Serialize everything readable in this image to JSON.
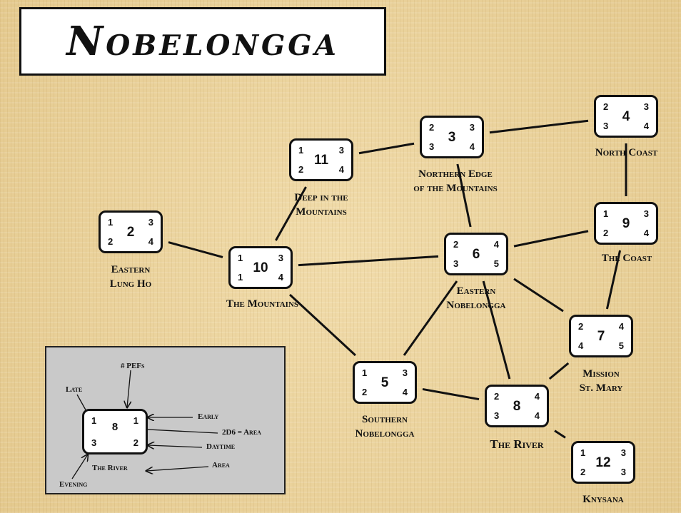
{
  "title": "Nobelongga",
  "areas": [
    {
      "id": "area-2",
      "number": "2",
      "late": "1",
      "early": "3",
      "evening": "2",
      "daytime": "4",
      "name_lines": [
        "Eastern",
        "Lung Ho"
      ]
    },
    {
      "id": "area-11",
      "number": "11",
      "late": "1",
      "early": "3",
      "evening": "2",
      "daytime": "4",
      "name_lines": [
        "Deep in the",
        "Mountains"
      ]
    },
    {
      "id": "area-3",
      "number": "3",
      "late": "2",
      "early": "3",
      "evening": "3",
      "daytime": "4",
      "name_lines": [
        "Northern Edge",
        "of the Mountains"
      ]
    },
    {
      "id": "area-4",
      "number": "4",
      "late": "2",
      "early": "3",
      "evening": "3",
      "daytime": "4",
      "name_lines": [
        "North Coast"
      ]
    },
    {
      "id": "area-9",
      "number": "9",
      "late": "1",
      "early": "3",
      "evening": "2",
      "daytime": "4",
      "name_lines": [
        "The Coast"
      ]
    },
    {
      "id": "area-10",
      "number": "10",
      "late": "1",
      "early": "3",
      "evening": "1",
      "daytime": "4",
      "name_lines": [
        "The Mountains"
      ]
    },
    {
      "id": "area-6",
      "number": "6",
      "late": "2",
      "early": "4",
      "evening": "3",
      "daytime": "5",
      "name_lines": [
        "Eastern",
        "Nobelongga"
      ]
    },
    {
      "id": "area-7",
      "number": "7",
      "late": "2",
      "early": "4",
      "evening": "4",
      "daytime": "5",
      "name_lines": [
        "Mission",
        "St. Mary"
      ]
    },
    {
      "id": "area-5",
      "number": "5",
      "late": "1",
      "early": "3",
      "evening": "2",
      "daytime": "4",
      "name_lines": [
        "Southern",
        "Nobelongga"
      ]
    },
    {
      "id": "area-8",
      "number": "8",
      "late": "2",
      "early": "4",
      "evening": "3",
      "daytime": "4",
      "name_lines": [
        "The River"
      ]
    },
    {
      "id": "area-12",
      "number": "12",
      "late": "1",
      "early": "3",
      "evening": "2",
      "daytime": "3",
      "name_lines": [
        "Knysana"
      ]
    }
  ],
  "connections": [
    [
      "area-2",
      "area-10"
    ],
    [
      "area-10",
      "area-11"
    ],
    [
      "area-11",
      "area-3"
    ],
    [
      "area-3",
      "area-4"
    ],
    [
      "area-4",
      "area-9"
    ],
    [
      "area-3",
      "area-6"
    ],
    [
      "area-10",
      "area-6"
    ],
    [
      "area-9",
      "area-6"
    ],
    [
      "area-10",
      "area-5"
    ],
    [
      "area-6",
      "area-5"
    ],
    [
      "area-6",
      "area-7"
    ],
    [
      "area-6",
      "area-8"
    ],
    [
      "area-9",
      "area-7"
    ],
    [
      "area-7",
      "area-8"
    ],
    [
      "area-5",
      "area-8"
    ],
    [
      "area-8",
      "area-12"
    ]
  ],
  "legend": {
    "box": {
      "number": "8",
      "late": "1",
      "early": "1",
      "evening": "3",
      "daytime": "2"
    },
    "pefs_label": "# PEFs",
    "late_label": "Late",
    "early_label": "Early",
    "area_roll_label": "2D6 = Area",
    "daytime_label": "Daytime",
    "area_name": "The River",
    "area_label": "Area",
    "evening_label": "Evening"
  },
  "colors": {
    "parchment": "#e9d29c",
    "box_fill": "#ffffff",
    "ink": "#111111",
    "legend_bg": "#c9c9c9"
  }
}
